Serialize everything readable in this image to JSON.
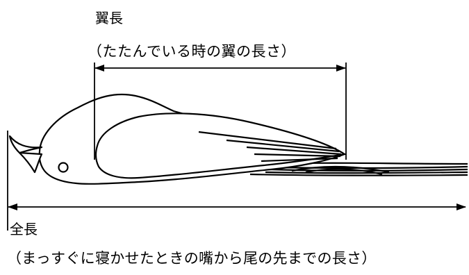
{
  "wing_length": {
    "title": "翼長",
    "description": "（たたんでいる時の翼の長さ）"
  },
  "total_length": {
    "title": "全長",
    "description": "（まっすぐに寝かせたときの嘴から尾の先までの長さ）"
  },
  "colors": {
    "stroke": "#000000",
    "background": "#ffffff"
  }
}
